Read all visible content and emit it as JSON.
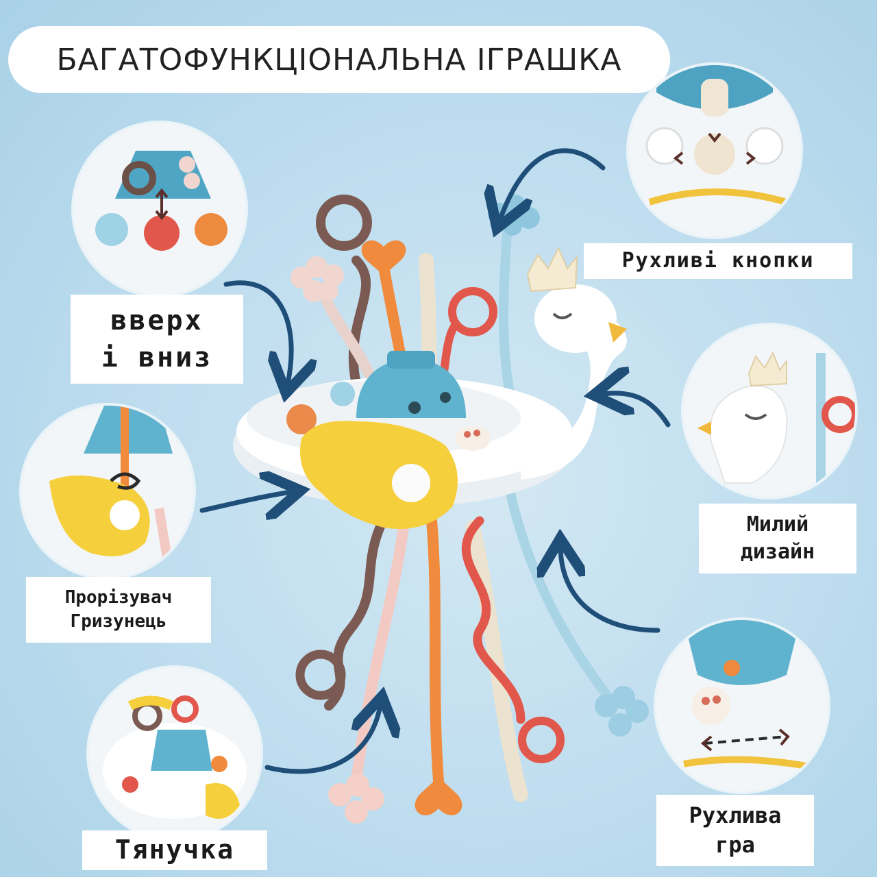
{
  "title": "БАГАТОФУНКЦІОНАЛЬНА ІГРАШКА",
  "features": {
    "up_down": {
      "line1": "вверх",
      "line2": "і вниз"
    },
    "moving_buttons": {
      "line1": "Рухливі кнопки"
    },
    "cute_design": {
      "line1": "Милий",
      "line2": "дизайн"
    },
    "teether": {
      "line1": "Прорізувач",
      "line2": "Гризунець"
    },
    "moving_play": {
      "line1": "Рухлива",
      "line2": "гра"
    },
    "pull_toy": {
      "line1": "Тянучка"
    }
  },
  "colors": {
    "background": "#bcdcee",
    "arrow": "#1f4e79",
    "base": "#ffffff",
    "center_dome": "#5fb3cf",
    "wing": "#f6cf3c",
    "brown_string": "#7a5a52",
    "orange_string": "#f08a3c",
    "red_string": "#e2574c",
    "cream_string": "#efe4cf",
    "pink_string": "#f3c9c4",
    "blue_string": "#a9d4e6"
  },
  "icons": [
    "arrow-icon",
    "swan-head-icon",
    "wing-icon",
    "button-icon"
  ]
}
